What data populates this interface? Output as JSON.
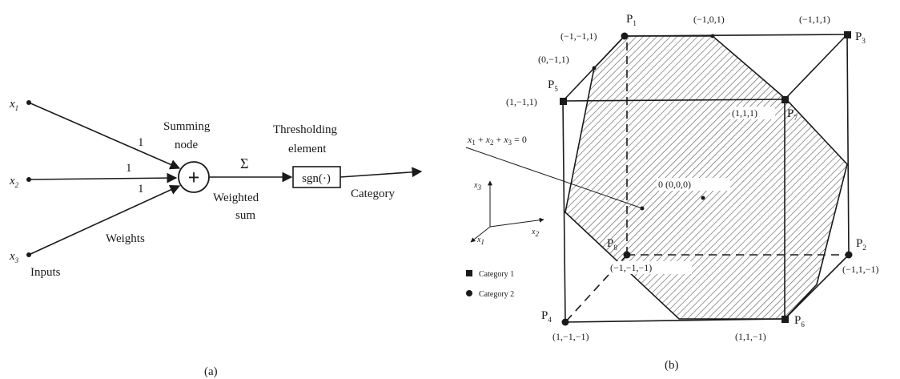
{
  "panel_a": {
    "inputs": [
      {
        "name": "x",
        "sub": "1",
        "weight": "1"
      },
      {
        "name": "x",
        "sub": "2",
        "weight": "1"
      },
      {
        "name": "x",
        "sub": "3",
        "weight": "1"
      }
    ],
    "inputs_label": "Inputs",
    "weights_label": "Weights",
    "summing_node_line1": "Summing",
    "summing_node_line2": "node",
    "plus_symbol": "+",
    "sigma_symbol": "Σ",
    "weighted_sum_line1": "Weighted",
    "weighted_sum_line2": "sum",
    "threshold_line1": "Thresholding",
    "threshold_line2": "element",
    "sgn_label": "sgn(·)",
    "category_label": "Category",
    "caption": "(a)"
  },
  "panel_b": {
    "points": [
      {
        "id": "P1",
        "name": "P",
        "sub": "1",
        "coord": "(−1,−1,1)",
        "category": "2"
      },
      {
        "id": "P2",
        "name": "P",
        "sub": "2",
        "coord": "(−1,1,−1)",
        "category": "2"
      },
      {
        "id": "P3",
        "name": "P",
        "sub": "3",
        "coord": "(−1,1,1)",
        "category": "1"
      },
      {
        "id": "P4",
        "name": "P",
        "sub": "4",
        "coord": "(1,−1,−1)",
        "category": "2"
      },
      {
        "id": "P5",
        "name": "P",
        "sub": "5",
        "coord": "(1,−1,1)",
        "category": "1"
      },
      {
        "id": "P6",
        "name": "P",
        "sub": "6",
        "coord": "(1,1,−1)",
        "category": "1"
      },
      {
        "id": "P7",
        "name": "P",
        "sub": "7",
        "coord": "(1,1,1)",
        "category": "1"
      },
      {
        "id": "P8",
        "name": "P",
        "sub": "8",
        "coord": "(−1,−1,−1)",
        "category": "2"
      }
    ],
    "edge_midpoints": [
      "(−1,0,1)",
      "(0,−1,1)"
    ],
    "origin_label": "0 (0,0,0)",
    "plane_eq": {
      "x1": "x",
      "s1": "1",
      "x2": "x",
      "s2": "2",
      "x3": "x",
      "s3": "3",
      "ops": " + ",
      "eq": " = 0"
    },
    "axes": {
      "up": {
        "name": "x",
        "sub": "3"
      },
      "right": {
        "name": "x",
        "sub": "2"
      },
      "diag": {
        "name": "x",
        "sub": "1"
      }
    },
    "legend": [
      {
        "marker": "square",
        "label": "Category 1"
      },
      {
        "marker": "circle",
        "label": "Category 2"
      }
    ],
    "caption": "(b)"
  },
  "colors": {
    "ink": "#1a1a1a",
    "hatch": "#555555",
    "background": "#ffffff"
  }
}
